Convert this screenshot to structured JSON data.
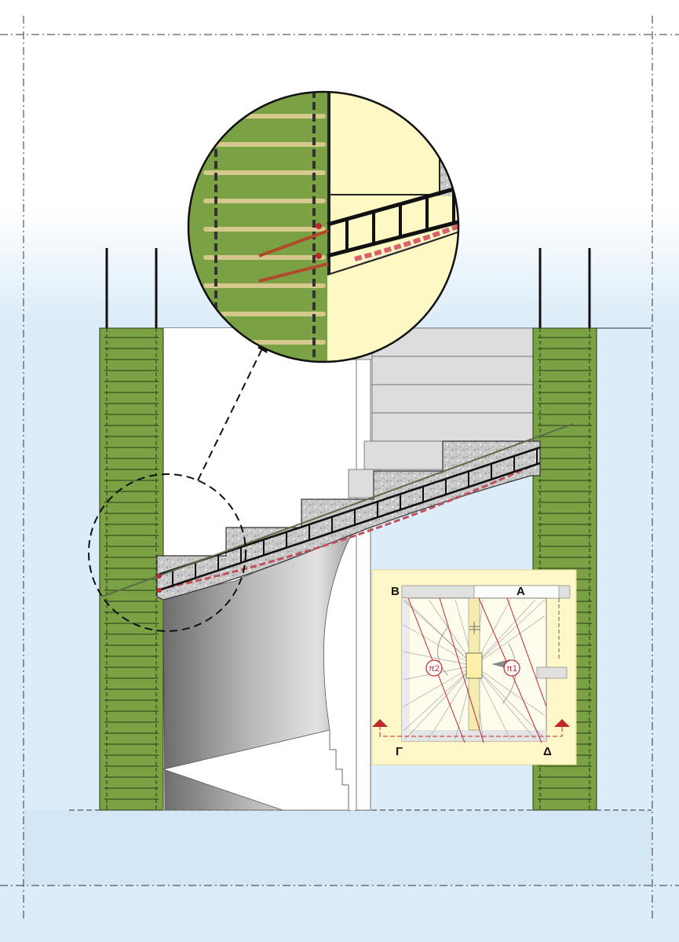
{
  "plan_inset": {
    "corner_labels": {
      "top_left": "B",
      "top_right": "A",
      "bottom_left": "Γ",
      "bottom_right": "Δ"
    },
    "markers": [
      {
        "label": "π2"
      },
      {
        "label": "π1"
      }
    ]
  },
  "colors": {
    "background_top": "#ffffff",
    "background_sky": "#dcecf8",
    "wall_green": "#7aa245",
    "rebar_tan": "#d4c88c",
    "rebar_dark": "#222222",
    "tendon_red": "#b04a2a",
    "concrete_grey": "#c8c8c8",
    "inset_bg": "#fdf7c9",
    "plan_red": "#c0282d"
  }
}
